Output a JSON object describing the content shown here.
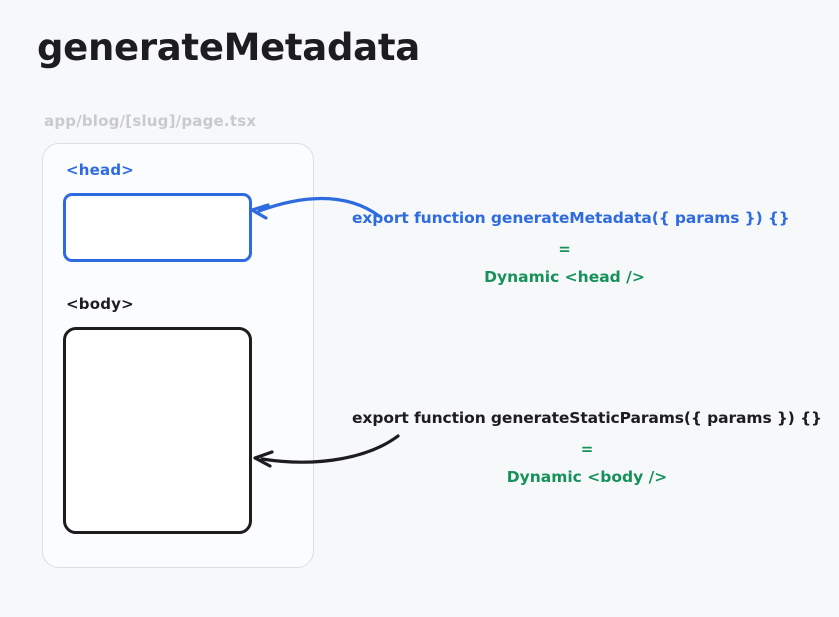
{
  "page": {
    "title": "generateMetadata",
    "background_color": "#f7f8fa",
    "file_path": "app/blog/[slug]/page.tsx"
  },
  "diagram": {
    "head_section": {
      "label": "<head>",
      "color": "#2f6be0"
    },
    "body_section": {
      "label": "<body>",
      "color": "#1d1d20"
    }
  },
  "annotations": [
    {
      "signature": "export function generateMetadata({ params }) {}",
      "equals": "=",
      "result": "Dynamic <head />",
      "signature_color": "#2f6be0",
      "result_color": "#159159",
      "arrow_color": "#2f6be0"
    },
    {
      "signature": "export function generateStaticParams({ params }) {}",
      "equals": "=",
      "result": "Dynamic <body />",
      "signature_color": "#1d1d20",
      "result_color": "#159159",
      "arrow_color": "#1d1d20"
    }
  ]
}
